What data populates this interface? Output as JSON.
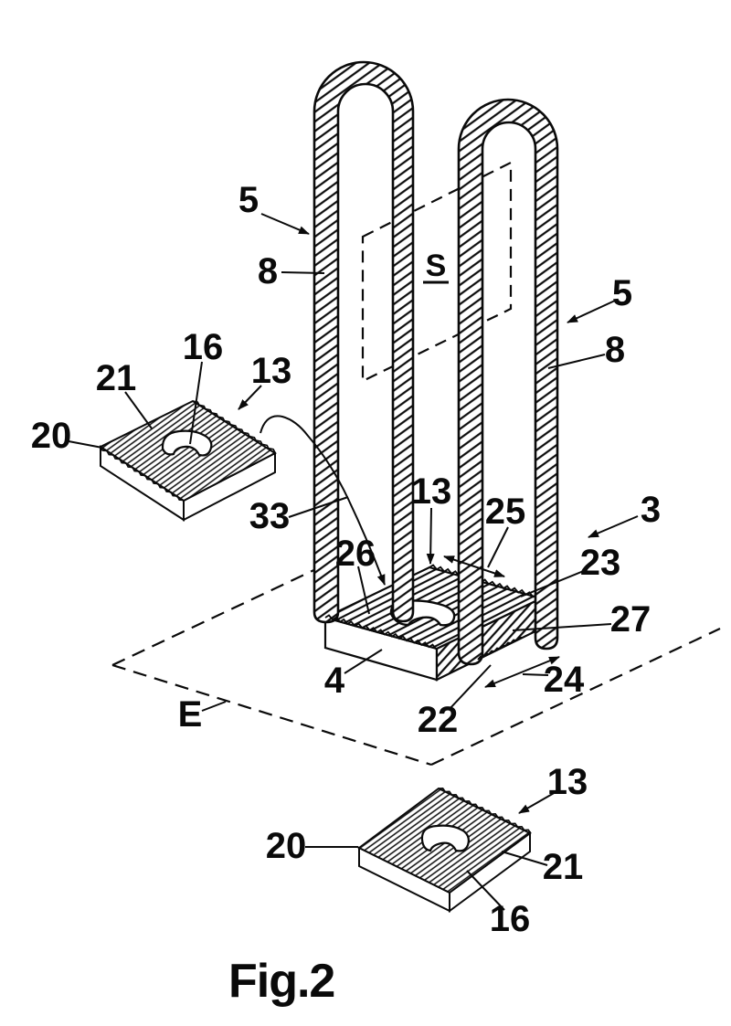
{
  "figure_caption": "Fig.2",
  "labels": {
    "loop_left": "5",
    "ribbing_left": "8",
    "section_plane": "S",
    "loop_right": "5",
    "ribbing_right": "8",
    "upper_plate_ribs": "21",
    "upper_plate_hole": "16",
    "upper_plate": "13",
    "upper_plate_body": "20",
    "wire_curve": "33",
    "base_plate_ribs": "26",
    "base_insert_plate": "13",
    "direction_arrow_upper": "25",
    "assembly": "3",
    "base_edge": "23",
    "base_side_ribs": "27",
    "base_plate": "4",
    "direction_arrow_lower": "24",
    "base_serration": "22",
    "ground_plane": "E",
    "lower_plate": "13",
    "lower_plate_body": "20",
    "lower_plate_ribs": "21",
    "lower_plate_hole": "16"
  }
}
